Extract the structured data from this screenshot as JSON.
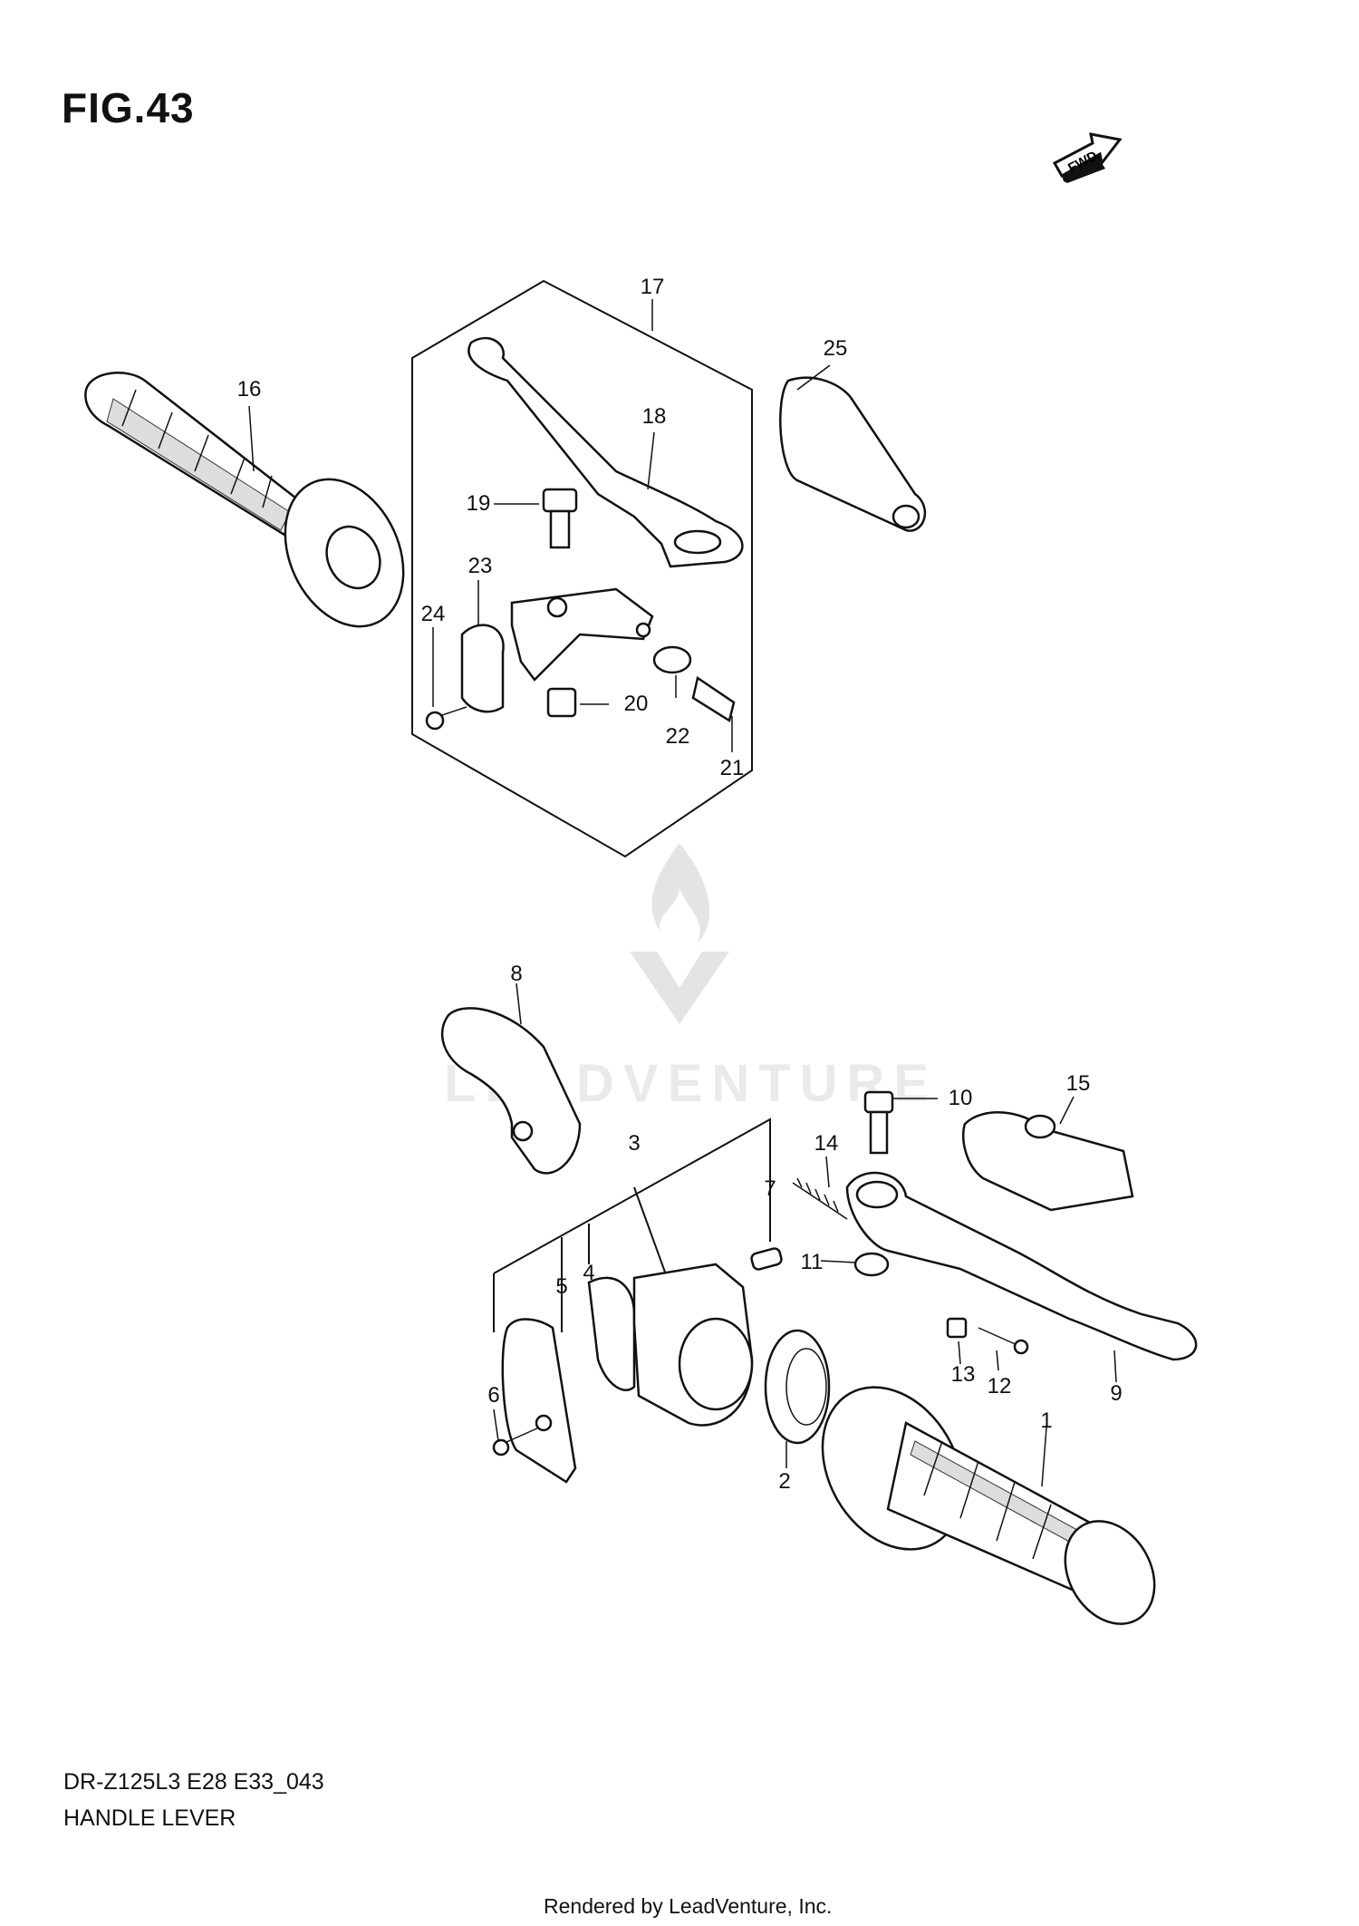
{
  "figure": {
    "title": "FIG.43",
    "fwd_label": "FWD",
    "model_code": "DR-Z125L3 E28 E33_043",
    "section_name": "HANDLE LEVER",
    "footer": "Rendered by LeadVenture, Inc.",
    "watermark_text": "LEADVENTURE"
  },
  "callouts": [
    {
      "id": "1",
      "label": "1"
    },
    {
      "id": "2",
      "label": "2"
    },
    {
      "id": "3",
      "label": "3"
    },
    {
      "id": "4",
      "label": "4"
    },
    {
      "id": "5",
      "label": "5"
    },
    {
      "id": "6",
      "label": "6"
    },
    {
      "id": "7",
      "label": "7"
    },
    {
      "id": "8",
      "label": "8"
    },
    {
      "id": "9",
      "label": "9"
    },
    {
      "id": "10",
      "label": "10"
    },
    {
      "id": "11",
      "label": "11"
    },
    {
      "id": "12",
      "label": "12"
    },
    {
      "id": "13",
      "label": "13"
    },
    {
      "id": "14",
      "label": "14"
    },
    {
      "id": "15",
      "label": "15"
    },
    {
      "id": "16",
      "label": "16"
    },
    {
      "id": "17",
      "label": "17"
    },
    {
      "id": "18",
      "label": "18"
    },
    {
      "id": "19",
      "label": "19"
    },
    {
      "id": "20",
      "label": "20"
    },
    {
      "id": "21",
      "label": "21"
    },
    {
      "id": "22",
      "label": "22"
    },
    {
      "id": "23",
      "label": "23"
    },
    {
      "id": "24",
      "label": "24"
    },
    {
      "id": "25",
      "label": "25"
    }
  ]
}
